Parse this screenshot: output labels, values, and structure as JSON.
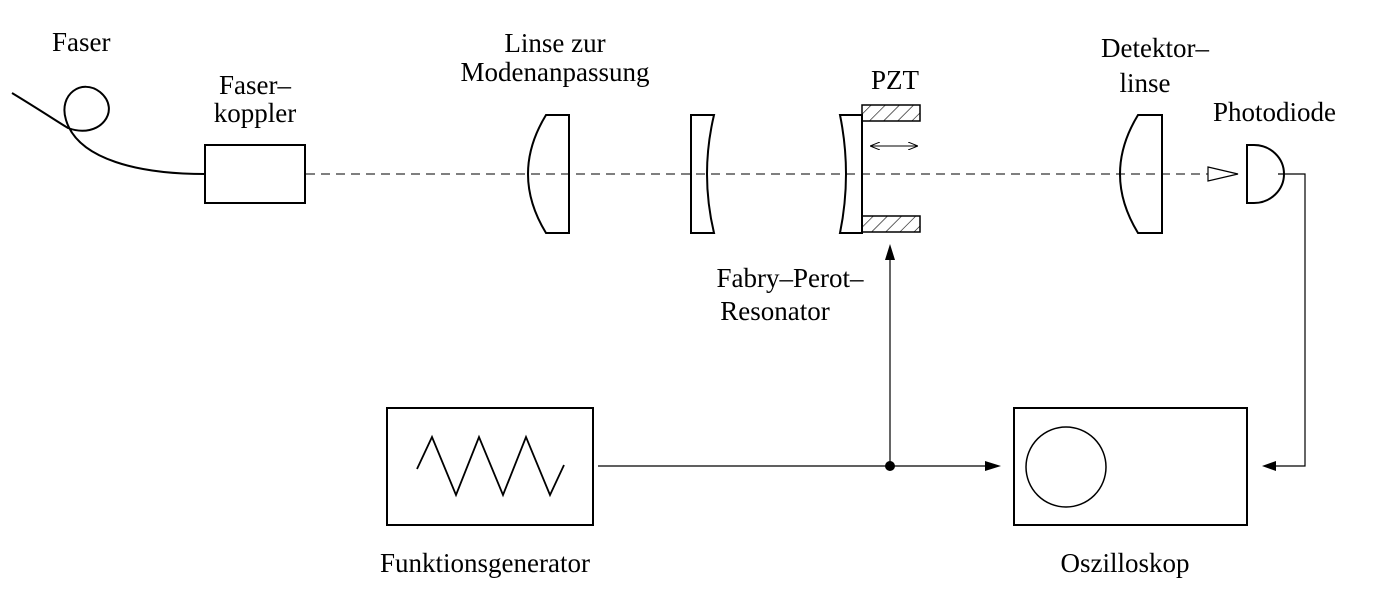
{
  "labels": {
    "faser": "Faser",
    "faserkoppler_1": "Faser–",
    "faserkoppler_2": "koppler",
    "linse_1": "Linse zur",
    "linse_2": "Modenanpassung",
    "pzt": "PZT",
    "fabry_1": "Fabry–Perot–",
    "fabry_2": "Resonator",
    "detektor_1": "Detektor–",
    "detektor_2": "linse",
    "photodiode": "Photodiode",
    "funktionsgenerator": "Funktionsgenerator",
    "oszilloskop": "Oszilloskop"
  },
  "colors": {
    "line": "#000000",
    "beam": "#555555",
    "background": "#ffffff"
  }
}
